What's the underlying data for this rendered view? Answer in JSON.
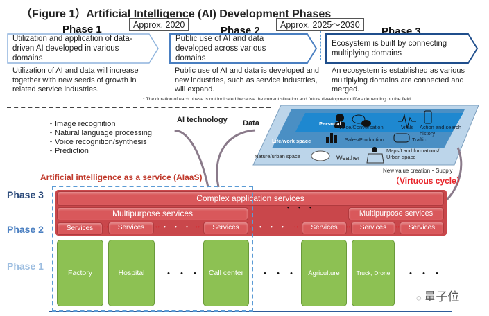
{
  "title": "（Figure 1）Artificial Intelligence (AI) Development Phases",
  "phases": [
    {
      "label": "Phase 1",
      "summary": "Utilization and application of data-driven AI developed in various domains",
      "description": "Utilization of AI and data will increase together with new seeds of growth in related service industries."
    },
    {
      "label": "Phase 2",
      "summary": "Public use of AI and data developed across various domains",
      "description": "Public use of AI and data is developed and new industries, such as service industries, will expand."
    },
    {
      "label": "Phase 3",
      "summary": "Ecosystem is built by connecting multiplying domains",
      "description": "An ecosystem is established as various multiplying domains are connected and merged."
    }
  ],
  "timeline": [
    "Approx. 2020",
    "Approx. 2025～2030"
  ],
  "footnote": "* The duration of each phase is not indicated because the current situation and future development differs depending on the field.",
  "ai_tech": {
    "items": [
      "・Image recognition",
      "・Natural language processing",
      "・Voice recognition/synthesis",
      "・Prediction"
    ],
    "label": "AI technology"
  },
  "data": {
    "label": "Data",
    "layers": [
      "Personal",
      "Life/work space",
      "Nature/urban space"
    ],
    "items": [
      "Voice/Conversation",
      "Vitals",
      "Action and search history",
      "Sales/Production",
      "Traffic",
      "Weather",
      "Maps/Land formations/ Urban space"
    ]
  },
  "aiaas": "Artificial intelligence as a service (AIaaS)",
  "cycle": {
    "caption": "New value creation・Supply",
    "label": "（Virtuous cycle）"
  },
  "rows": {
    "phase3": "Phase 3",
    "phase2": "Phase 2",
    "phase1": "Phase 1"
  },
  "complex": "Complex application services",
  "multipurpose": [
    "Multipurpose services",
    "Multipurpose services"
  ],
  "service": "Services",
  "dots": "・・・",
  "domains": [
    "Factory",
    "Hospital",
    "Call center",
    "Agriculture",
    "Truck, Drone"
  ],
  "watermark": "量子位",
  "colors": {
    "red": "#d9585b",
    "green": "#8dc153",
    "blue": "#2e5b9a",
    "lightblue": "#5b9bd5"
  }
}
